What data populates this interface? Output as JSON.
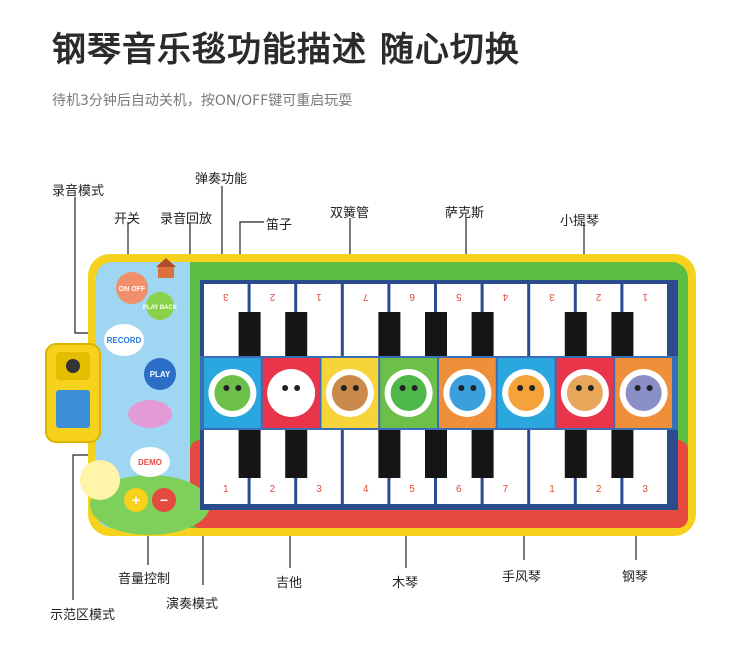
{
  "header": {
    "title": "钢琴音乐毯功能描述 随心切换",
    "subtitle": "待机3分钟后自动关机，按ON/OFF键可重启玩耍"
  },
  "callouts": {
    "record_mode": "录音模式",
    "on_off": "开关",
    "playback": "录音回放",
    "play_function": "弹奏功能",
    "flute": "笛子",
    "sheng": "双簧管",
    "saxophone": "萨克斯",
    "violin": "小提琴",
    "volume": "音量控制",
    "demo_mode": "示范区模式",
    "play_mode": "演奏模式",
    "guitar": "吉他",
    "xylophone": "木琴",
    "accordion": "手风琴",
    "piano": "钢琴"
  },
  "mat_buttons": {
    "on_off": "ON OFF",
    "playback": "PLAY BACK",
    "record": "RECORD",
    "play": "PLAY",
    "demo": "DEMO",
    "plus": "+",
    "minus": "−"
  },
  "keys": {
    "top_numbers": [
      "3",
      "2",
      "1",
      "7",
      "6",
      "5",
      "4",
      "3",
      "2",
      "1"
    ],
    "bottom_numbers": [
      "1",
      "2",
      "3",
      "4",
      "5",
      "6",
      "7",
      "1",
      "2",
      "3"
    ]
  },
  "colors": {
    "mat_border": "#f6d21c",
    "mat_green": "#5cbf43",
    "mat_red": "#e64a3e",
    "panel_blue": "#9fd6f2",
    "key_number": "#e04b3a",
    "strip_colors": [
      "#2aa7de",
      "#e8354a",
      "#f7d43a",
      "#6cc04a",
      "#f08f3a",
      "#2aa7de",
      "#e8354a",
      "#f08f3a"
    ]
  },
  "icons": [
    "frog-icon",
    "zebra-icon",
    "monkey-icon",
    "crocodile-icon",
    "elephant-icon",
    "lion-icon",
    "deer-icon",
    "hippo-icon"
  ]
}
